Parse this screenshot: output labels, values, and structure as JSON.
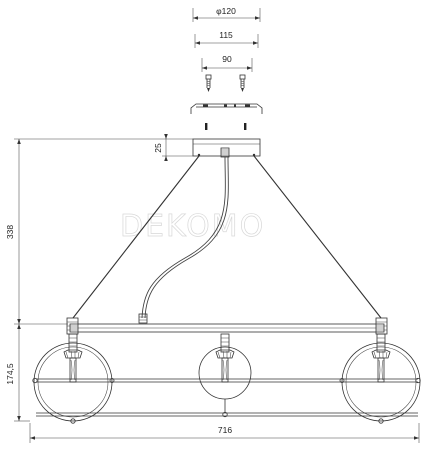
{
  "dimensions": {
    "canopy_diameter": "φ120",
    "plate_length": "115",
    "hole_spacing": "90",
    "canopy_height": "25",
    "suspension_height": "338",
    "lamp_height": "174,5",
    "overall_width": "716"
  },
  "watermark": "DEKOMO",
  "lamp_count": 3
}
